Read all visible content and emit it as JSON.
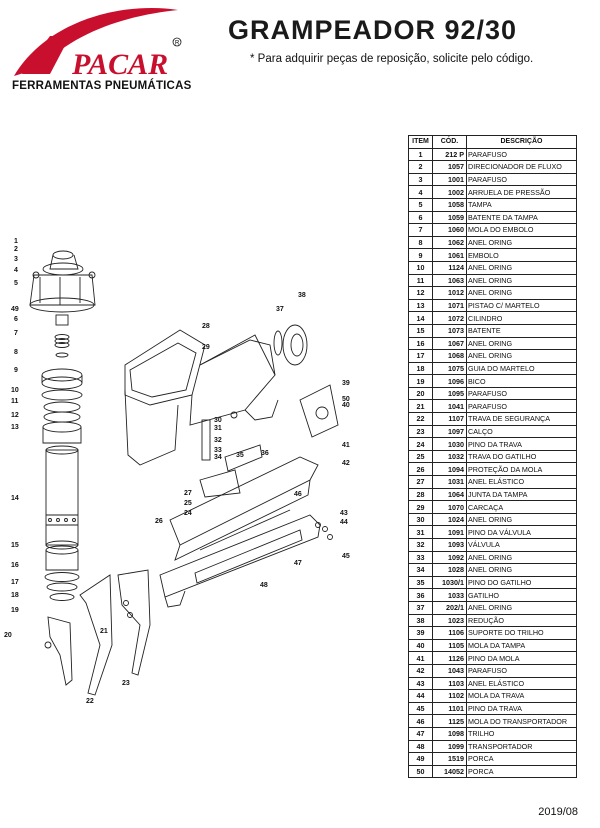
{
  "header": {
    "brand": "PACAR",
    "brand_sub": "FERRAMENTAS PNEUMÁTICAS",
    "title": "GRAMPEADOR 92/30",
    "subtitle": "* Para adquirir peças de reposição, solicite pelo código."
  },
  "parts_table": {
    "headers": [
      "ITEM",
      "CÓD.",
      "DESCRIÇÃO"
    ],
    "rows": [
      [
        "1",
        "212 P",
        "PARAFUSO"
      ],
      [
        "2",
        "1057",
        "DIRECIONADOR DE FLUXO"
      ],
      [
        "3",
        "1001",
        "PARAFUSO"
      ],
      [
        "4",
        "1002",
        "ARRUELA DE PRESSÃO"
      ],
      [
        "5",
        "1058",
        "TAMPA"
      ],
      [
        "6",
        "1059",
        "BATENTE DA TAMPA"
      ],
      [
        "7",
        "1060",
        "MOLA DO EMBOLO"
      ],
      [
        "8",
        "1062",
        "ANEL ORING"
      ],
      [
        "9",
        "1061",
        "EMBOLO"
      ],
      [
        "10",
        "1124",
        "ANEL ORING"
      ],
      [
        "11",
        "1063",
        "ANEL ORING"
      ],
      [
        "12",
        "1012",
        "ANEL ORING"
      ],
      [
        "13",
        "1071",
        "PISTAO C/ MARTELO"
      ],
      [
        "14",
        "1072",
        "CILINDRO"
      ],
      [
        "15",
        "1073",
        "BATENTE"
      ],
      [
        "16",
        "1067",
        "ANEL ORING"
      ],
      [
        "17",
        "1068",
        "ANEL ORING"
      ],
      [
        "18",
        "1075",
        "GUIA DO MARTELO"
      ],
      [
        "19",
        "1096",
        "BICO"
      ],
      [
        "20",
        "1095",
        "PARAFUSO"
      ],
      [
        "21",
        "1041",
        "PARAFUSO"
      ],
      [
        "22",
        "1107",
        "TRAVA DE SEGURANÇA"
      ],
      [
        "23",
        "1097",
        "CALÇO"
      ],
      [
        "24",
        "1030",
        "PINO DA TRAVA"
      ],
      [
        "25",
        "1032",
        "TRAVA DO GATILHO"
      ],
      [
        "26",
        "1094",
        "PROTEÇÃO DA MOLA"
      ],
      [
        "27",
        "1031",
        "ANEL ELÁSTICO"
      ],
      [
        "28",
        "1064",
        "JUNTA DA TAMPA"
      ],
      [
        "29",
        "1070",
        "CARCAÇA"
      ],
      [
        "30",
        "1024",
        "ANEL ORING"
      ],
      [
        "31",
        "1091",
        "PINO DA VÁLVULA"
      ],
      [
        "32",
        "1093",
        "VÁLVULA"
      ],
      [
        "33",
        "1092",
        "ANEL ORING"
      ],
      [
        "34",
        "1028",
        "ANEL ORING"
      ],
      [
        "35",
        "1030/1",
        "PINO DO GATILHO"
      ],
      [
        "36",
        "1033",
        "GATILHO"
      ],
      [
        "37",
        "202/1",
        "ANEL ORING"
      ],
      [
        "38",
        "1023",
        "REDUÇÃO"
      ],
      [
        "39",
        "1106",
        "SUPORTE DO TRILHO"
      ],
      [
        "40",
        "1105",
        "MOLA DA TAMPA"
      ],
      [
        "41",
        "1126",
        "PINO DA MOLA"
      ],
      [
        "42",
        "1043",
        "PARAFUSO"
      ],
      [
        "43",
        "1103",
        "ANEL ELÁSTICO"
      ],
      [
        "44",
        "1102",
        "MOLA DA TRAVA"
      ],
      [
        "45",
        "1101",
        "PINO DA TRAVA"
      ],
      [
        "46",
        "1125",
        "MOLA DO TRANSPORTADOR"
      ],
      [
        "47",
        "1098",
        "TRILHO"
      ],
      [
        "48",
        "1099",
        "TRANSPORTADOR"
      ],
      [
        "49",
        "1519",
        "PORCA"
      ],
      [
        "50",
        "14052",
        "PORCA"
      ]
    ]
  },
  "diagram": {
    "callouts": [
      "1",
      "2",
      "3",
      "4",
      "5",
      "49",
      "6",
      "7",
      "8",
      "9",
      "10",
      "11",
      "12",
      "13",
      "14",
      "15",
      "16",
      "17",
      "18",
      "19",
      "20",
      "21",
      "22",
      "23",
      "24",
      "25",
      "26",
      "27",
      "28",
      "29",
      "30",
      "31",
      "32",
      "33",
      "34",
      "35",
      "36",
      "37",
      "38",
      "39",
      "40",
      "41",
      "42",
      "43",
      "44",
      "45",
      "46",
      "47",
      "48",
      "50"
    ]
  },
  "footer": {
    "date": "2019/08"
  },
  "colors": {
    "brand_red": "#c8102e",
    "ink": "#111111"
  }
}
